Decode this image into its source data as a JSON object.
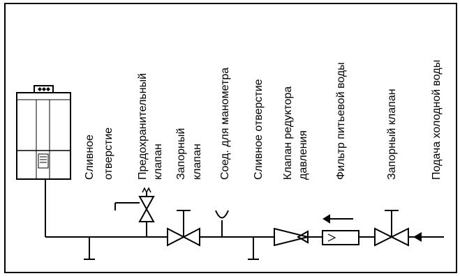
{
  "labels": {
    "drain_1_line1": "Сливное",
    "drain_1_line2": "отверстие",
    "safety_valve_line1": "Предохранительный",
    "safety_valve_line2": "клапан",
    "shutoff_1_line1": "Запорный",
    "shutoff_1_line2": "клапан",
    "gauge_connection": "Соед. для манометра",
    "drain_2": "Сливное отверстие",
    "pressure_reducer_line1": "Клапан редуктора",
    "pressure_reducer_line2": "давления",
    "water_filter": "Фильтр питьевой воды",
    "shutoff_2": "Запорный клапан",
    "cold_water_supply": "Подача холодной воды"
  },
  "colors": {
    "line": "#000000",
    "background": "#ffffff"
  }
}
